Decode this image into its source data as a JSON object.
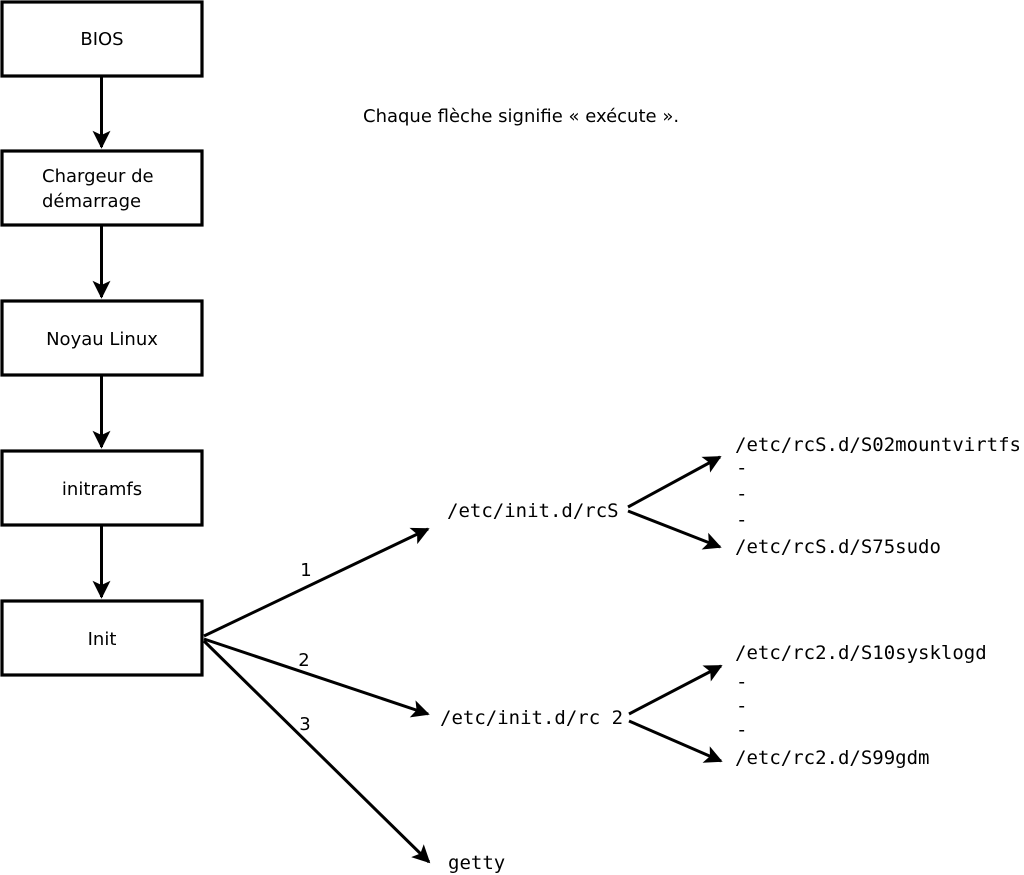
{
  "diagram": {
    "annotation": "Chaque flèche signifie « exécute ».",
    "boot_chain": {
      "bios": "BIOS",
      "bootloader_line1": "Chargeur de",
      "bootloader_line2": "démarrage",
      "kernel": "Noyau Linux",
      "initramfs": "initramfs",
      "init": "Init"
    },
    "branch_numbers": {
      "first": "1",
      "second": "2",
      "third": "3"
    },
    "targets": {
      "rcS": "/etc/init.d/rcS",
      "rcS_first_script": "/etc/rcS.d/S02mountvirtfs",
      "rcS_ellipsis": [
        "-",
        "-",
        "-"
      ],
      "rcS_last_script": "/etc/rcS.d/S75sudo",
      "rc2": "/etc/init.d/rc 2",
      "rc2_first_script": "/etc/rc2.d/S10sysklogd",
      "rc2_ellipsis": [
        "-",
        "-",
        "-"
      ],
      "rc2_last_script": "/etc/rc2.d/S99gdm",
      "getty": "getty"
    },
    "colors": {
      "stroke": "#000000",
      "background": "#ffffff",
      "box_fill": "#ffffff"
    }
  }
}
